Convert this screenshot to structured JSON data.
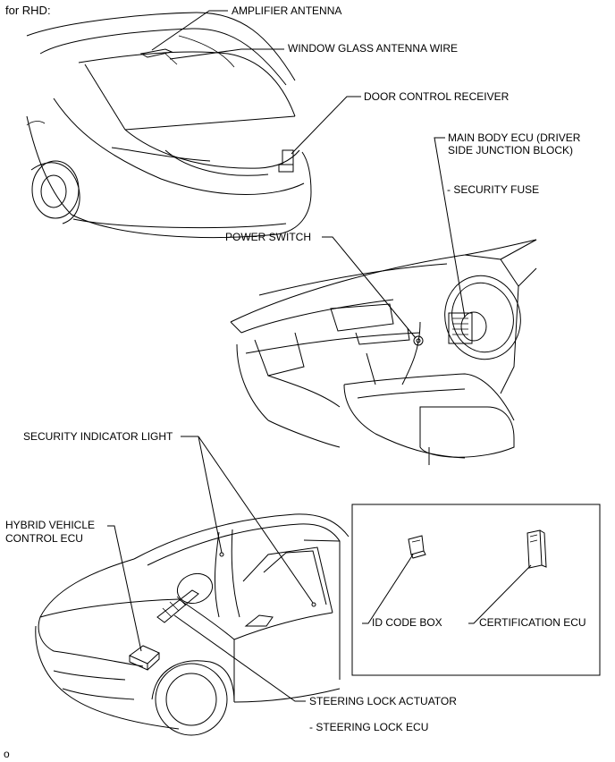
{
  "header": {
    "title": "for RHD:"
  },
  "labels": {
    "amplifier_antenna": "AMPLIFIER ANTENNA",
    "window_glass_antenna_wire": "WINDOW GLASS ANTENNA WIRE",
    "door_control_receiver": "DOOR CONTROL RECEIVER",
    "main_body_ecu_line1": "MAIN BODY ECU (DRIVER",
    "main_body_ecu_line2": "SIDE JUNCTION BLOCK)",
    "security_fuse": "- SECURITY FUSE",
    "power_switch": "POWER SWITCH",
    "security_indicator_light": "SECURITY INDICATOR LIGHT",
    "hybrid_vehicle_line1": "HYBRID VEHICLE",
    "hybrid_vehicle_line2": "CONTROL ECU",
    "id_code_box": "ID CODE BOX",
    "certification_ecu": "CERTIFICATION ECU",
    "steering_lock_actuator": "STEERING LOCK ACTUATOR",
    "steering_lock_ecu": "- STEERING LOCK ECU"
  },
  "footer": {
    "figure_code": "o"
  }
}
